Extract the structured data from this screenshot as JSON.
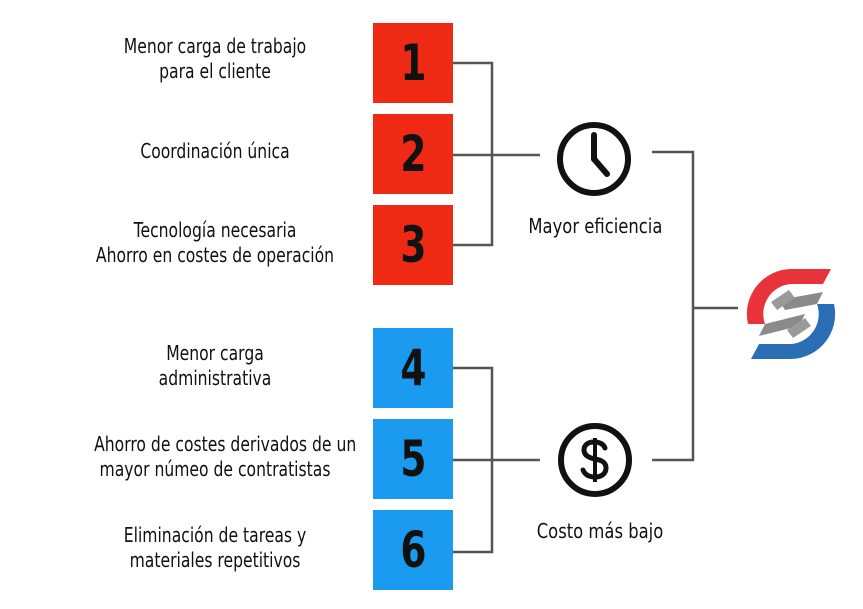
{
  "groups": [
    {
      "items": [
        {
          "number": "1",
          "lines": [
            "Menor carga de trabajo",
            "para el cliente"
          ]
        },
        {
          "number": "2",
          "lines": [
            "Coordinación única"
          ]
        },
        {
          "number": "3",
          "lines": [
            "Tecnología necesaria",
            "Ahorro en costes de operación"
          ]
        }
      ],
      "color": "#ee2a15",
      "goal": {
        "label": "Mayor eficiencia",
        "icon": "clock-icon"
      }
    },
    {
      "items": [
        {
          "number": "4",
          "lines": [
            "Menor carga",
            "administrativa"
          ]
        },
        {
          "number": "5",
          "lines": [
            "Ahorro de costes derivados de un",
            "mayor númeo de contratistas"
          ]
        },
        {
          "number": "6",
          "lines": [
            "Eliminación de tareas y",
            "materiales repetitivos"
          ]
        }
      ],
      "color": "#1a9bf0",
      "goal": {
        "label": "Costo más bajo",
        "icon": "dollar-icon"
      }
    }
  ],
  "logo": {
    "icon": "brand-logo-icon",
    "colors": [
      "#e8333a",
      "#2a6fb5",
      "#8a8a8a"
    ]
  },
  "line_color": "#555555"
}
